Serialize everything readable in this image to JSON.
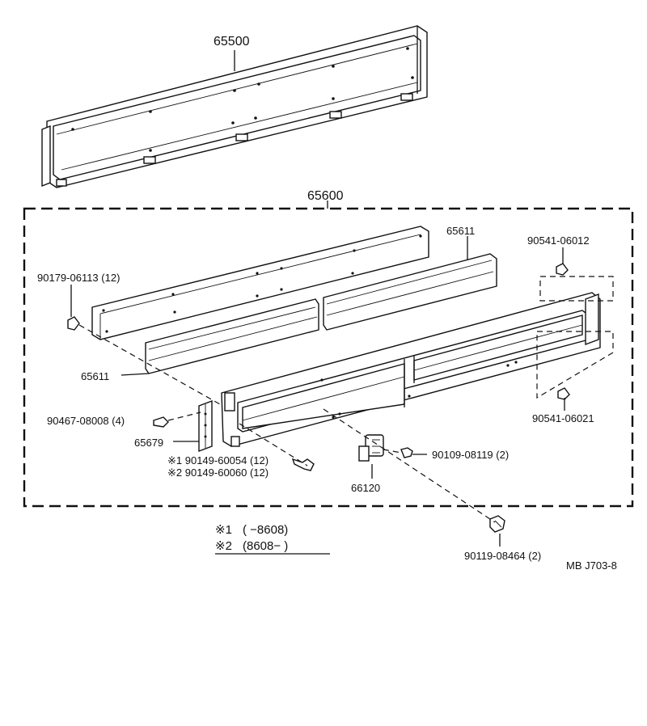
{
  "callouts": {
    "p65500": "65500",
    "p65600": "65600",
    "p65611_top": "65611",
    "p65611_left": "65611",
    "p90541_06012": "90541-06012",
    "p90179": "90179-06113 (12)",
    "p90467": "90467-08008 (4)",
    "p65679": "65679",
    "p90541_06021": "90541-06021",
    "p90149_1": "※1 90149-60054 (12)",
    "p90149_2": "※2 90149-60060 (12)",
    "p90109": "90109-08119 (2)",
    "p66120": "66120",
    "p90119": "90119-08464 (2)"
  },
  "notes": {
    "note1_mark": "※1",
    "note1_range": "(      −8608)",
    "note2_mark": "※2",
    "note2_range": "(8608−       )"
  },
  "footer": {
    "code": "MB  J703-8"
  }
}
